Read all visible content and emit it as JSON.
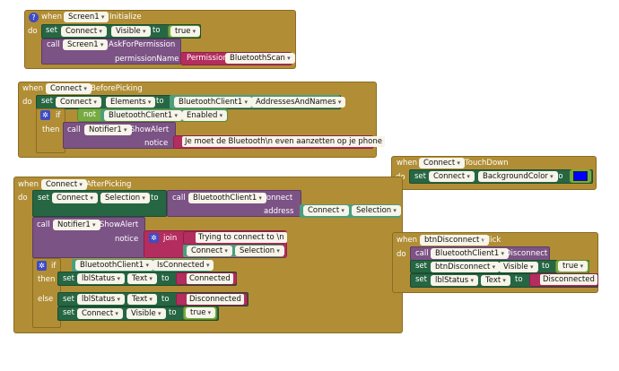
{
  "blocks": {
    "screen_init": {
      "help": "?",
      "when": "when",
      "component": "Screen1",
      "event": "Initialize",
      "do": "do",
      "set1": {
        "kw": "set",
        "comp": "Connect",
        "prop": "Visible",
        "to": "to",
        "val": "true"
      },
      "call1": {
        "kw": "call",
        "comp": "Screen1",
        "method": "AskForPermission",
        "param": "permissionName",
        "perm_kw": "Permission",
        "perm_val": "BluetoothScan"
      }
    },
    "before_picking": {
      "when": "when",
      "component": "Connect",
      "event": "BeforePicking",
      "do": "do",
      "set1": {
        "kw": "set",
        "comp": "Connect",
        "prop": "Elements",
        "to": "to",
        "src_comp": "BluetoothClient1",
        "src_prop": "AddressesAndNames"
      },
      "if": {
        "kw": "if",
        "not": "not",
        "comp": "BluetoothClient1",
        "prop": "Enabled",
        "then": "then"
      },
      "call": {
        "kw": "call",
        "comp": "Notifier1",
        "method": "ShowAlert",
        "param": "notice",
        "msg": "Je moet de Bluetooth\\n even aanzetten op je phone"
      }
    },
    "touch_down": {
      "when": "when",
      "component": "Connect",
      "event": "TouchDown",
      "do": "do",
      "set": {
        "kw": "set",
        "comp": "Connect",
        "prop": "BackgroundColor",
        "to": "to",
        "color": "#0000ff"
      }
    },
    "after_picking": {
      "when": "when",
      "component": "Connect",
      "event": "AfterPicking",
      "do": "do",
      "set1": {
        "kw": "set",
        "comp": "Connect",
        "prop": "Selection",
        "to": "to",
        "call": "call",
        "bt_comp": "BluetoothClient1",
        "method": "Connect",
        "param": "address",
        "arg_comp": "Connect",
        "arg_prop": "Selection"
      },
      "call": {
        "kw": "call",
        "comp": "Notifier1",
        "method": "ShowAlert",
        "param": "notice",
        "join": "join",
        "str1": "Trying to connect to \\n",
        "arg_comp": "Connect",
        "arg_prop": "Selection"
      },
      "if": {
        "kw": "if",
        "comp": "BluetoothClient1",
        "prop": "IsConnected",
        "then": "then",
        "else": "else"
      },
      "then_set1": {
        "kw": "set",
        "comp": "lblStatus",
        "prop": "Text",
        "to": "to",
        "val": "Connected"
      },
      "else_set1": {
        "kw": "set",
        "comp": "lblStatus",
        "prop": "Text",
        "to": "to",
        "val": "Disconnected"
      },
      "else_set2": {
        "kw": "set",
        "comp": "Connect",
        "prop": "Visible",
        "to": "to",
        "val": "true"
      }
    },
    "btn_disconnect": {
      "when": "when",
      "component": "btnDisconnect",
      "event": "Click",
      "do": "do",
      "call": {
        "kw": "call",
        "comp": "BluetoothClient1",
        "method": "Disconnect"
      },
      "set1": {
        "kw": "set",
        "comp": "btnDisconnect",
        "prop": "Visible",
        "to": "to",
        "val": "true"
      },
      "set2": {
        "kw": "set",
        "comp": "lblStatus",
        "prop": "Text",
        "to": "to",
        "val": "Disconnected"
      }
    }
  },
  "colors": {
    "event": "#b18e35",
    "set": "#266643",
    "call": "#7c5385",
    "text": "#b32d5e",
    "logic": "#77ab41",
    "helper": "#3e4cc4"
  }
}
